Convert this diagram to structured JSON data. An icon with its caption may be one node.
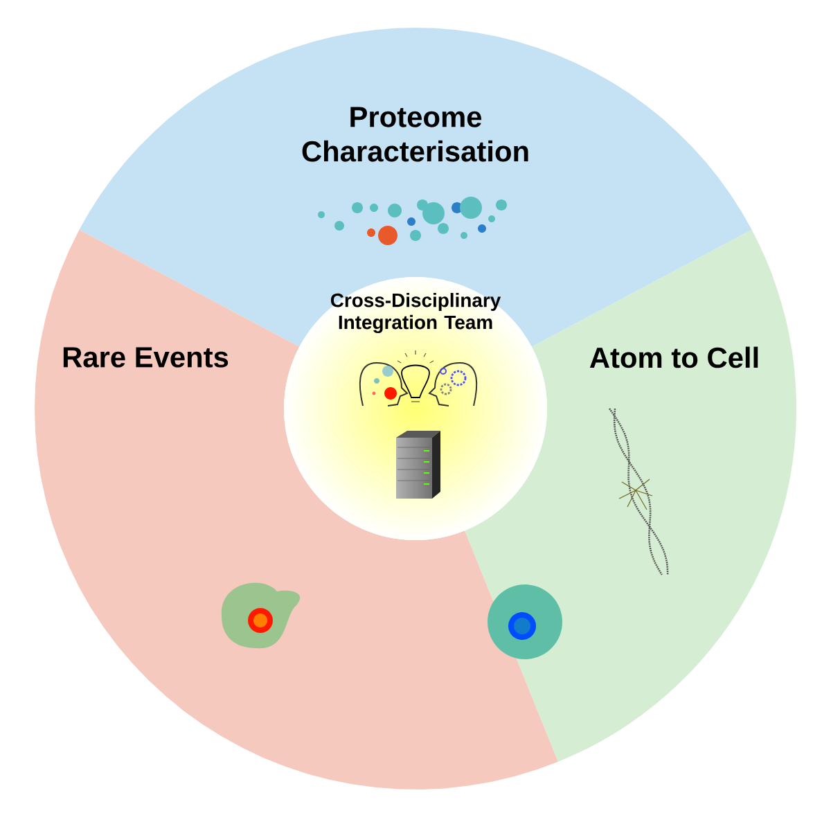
{
  "diagram": {
    "labels": [
      "Proteome Characterisation",
      "Rare Events",
      "Atom to Cell",
      "Cross-Disciplinary Integration Team"
    ]
  }
}
